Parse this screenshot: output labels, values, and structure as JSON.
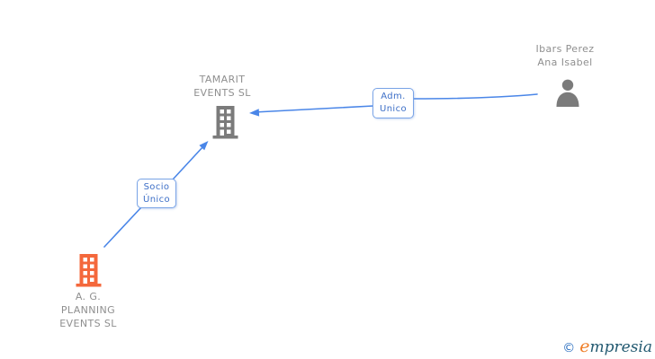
{
  "nodes": {
    "tamarit": {
      "type": "company",
      "line1": "TAMARIT",
      "line2": "EVENTS SL"
    },
    "person": {
      "type": "person",
      "line1": "Ibars Perez",
      "line2": "Ana Isabel"
    },
    "ag_planning": {
      "type": "company",
      "line1": "A. G.",
      "line2": "PLANNING",
      "line3": "EVENTS SL"
    }
  },
  "edges": {
    "adm_unico": {
      "line1": "Adm.",
      "line2": "Unico",
      "from": "person",
      "to": "tamarit"
    },
    "socio_unico": {
      "line1": "Socio",
      "line2": "Único",
      "from": "ag_planning",
      "to": "tamarit"
    }
  },
  "watermark": {
    "copyright": "©",
    "brand_initial": "e",
    "brand_rest": "mpresia"
  },
  "colors": {
    "edge-blue": "#4a86e8",
    "label-text-blue": "#3d6fc7",
    "label-border-blue": "#7aa4e6",
    "node-text-gray": "#8f8f8f",
    "icon-gray": "#7b7b7b",
    "icon-orange": "#f4683c",
    "logo-copyright": "#2b6fc0",
    "logo-orange": "#ef7d26",
    "logo-teal": "#235a71"
  }
}
